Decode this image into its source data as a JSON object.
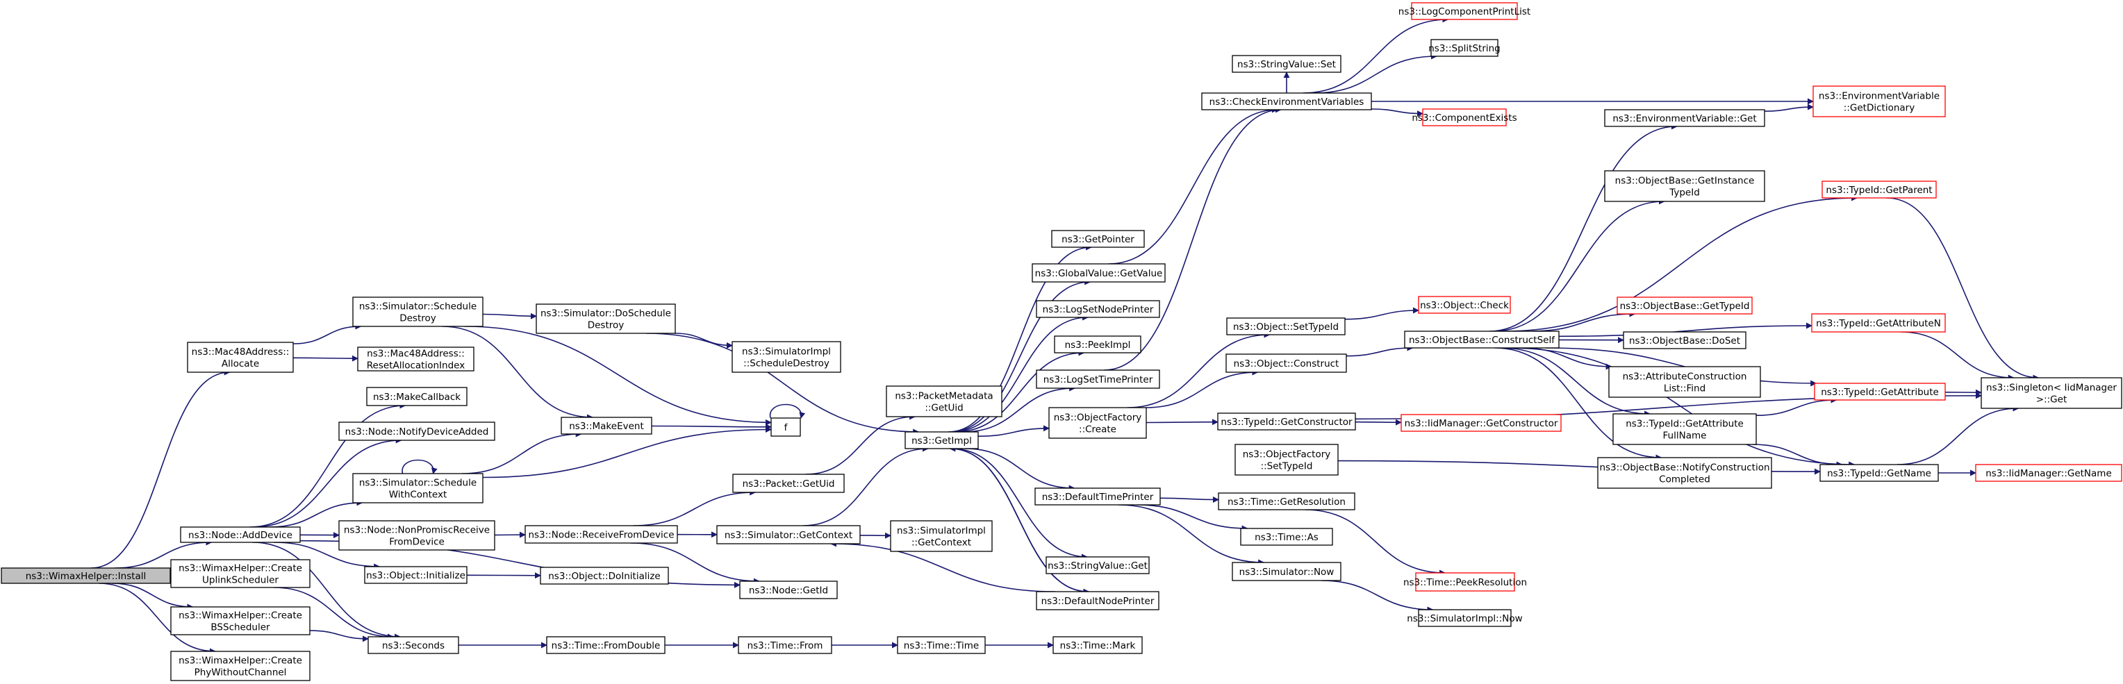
{
  "diagram": {
    "nodes": [
      {
        "id": "root",
        "lines": [
          "ns3::WimaxHelper::Install"
        ],
        "style": "root"
      },
      {
        "id": "mac_alloc",
        "lines": [
          "ns3::Mac48Address::",
          "Allocate"
        ]
      },
      {
        "id": "node_add",
        "lines": [
          "ns3::Node::AddDevice"
        ]
      },
      {
        "id": "cus",
        "lines": [
          "ns3::WimaxHelper::Create",
          "UplinkScheduler"
        ]
      },
      {
        "id": "cbs",
        "lines": [
          "ns3::WimaxHelper::Create",
          "BSScheduler"
        ]
      },
      {
        "id": "cpw",
        "lines": [
          "ns3::WimaxHelper::Create",
          "PhyWithoutChannel"
        ]
      },
      {
        "id": "sim_sd",
        "lines": [
          "ns3::Simulator::Schedule",
          "Destroy"
        ]
      },
      {
        "id": "mac_reset",
        "lines": [
          "ns3::Mac48Address::",
          "ResetAllocationIndex"
        ]
      },
      {
        "id": "makecb",
        "lines": [
          "ns3::MakeCallback"
        ]
      },
      {
        "id": "notify",
        "lines": [
          "ns3::Node::NotifyDeviceAdded"
        ]
      },
      {
        "id": "sim_swc",
        "lines": [
          "ns3::Simulator::Schedule",
          "WithContext"
        ]
      },
      {
        "id": "nonprom",
        "lines": [
          "ns3::Node::NonPromiscReceive",
          "FromDevice"
        ]
      },
      {
        "id": "obj_init",
        "lines": [
          "ns3::Object::Initialize"
        ]
      },
      {
        "id": "seconds",
        "lines": [
          "ns3::Seconds"
        ]
      },
      {
        "id": "sim_dsd",
        "lines": [
          "ns3::Simulator::DoSchedule",
          "Destroy"
        ]
      },
      {
        "id": "simimpl_sd",
        "lines": [
          "ns3::SimulatorImpl",
          "::ScheduleDestroy"
        ]
      },
      {
        "id": "makeevent",
        "lines": [
          "ns3::MakeEvent"
        ]
      },
      {
        "id": "f",
        "lines": [
          "f"
        ]
      },
      {
        "id": "recv",
        "lines": [
          "ns3::Node::ReceiveFromDevice"
        ]
      },
      {
        "id": "doinit",
        "lines": [
          "ns3::Object::DoInitialize"
        ]
      },
      {
        "id": "fromdouble",
        "lines": [
          "ns3::Time::FromDouble"
        ]
      },
      {
        "id": "pm_uid",
        "lines": [
          "ns3::PacketMetadata",
          "::GetUid"
        ]
      },
      {
        "id": "pkt_uid",
        "lines": [
          "ns3::Packet::GetUid"
        ]
      },
      {
        "id": "getctx",
        "lines": [
          "ns3::Simulator::GetContext"
        ]
      },
      {
        "id": "getid",
        "lines": [
          "ns3::Node::GetId"
        ]
      },
      {
        "id": "from",
        "lines": [
          "ns3::Time::From"
        ]
      },
      {
        "id": "getimpl",
        "lines": [
          "ns3::GetImpl"
        ]
      },
      {
        "id": "simimpl_ctx",
        "lines": [
          "ns3::SimulatorImpl",
          "::GetContext"
        ]
      },
      {
        "id": "time",
        "lines": [
          "ns3::Time::Time"
        ]
      },
      {
        "id": "getptr",
        "lines": [
          "ns3::GetPointer"
        ]
      },
      {
        "id": "gv_get",
        "lines": [
          "ns3::GlobalValue::GetValue"
        ]
      },
      {
        "id": "lognp",
        "lines": [
          "ns3::LogSetNodePrinter"
        ]
      },
      {
        "id": "peek",
        "lines": [
          "ns3::PeekImpl"
        ]
      },
      {
        "id": "logtp",
        "lines": [
          "ns3::LogSetTimePrinter"
        ]
      },
      {
        "id": "of_create",
        "lines": [
          "ns3::ObjectFactory",
          "::Create"
        ]
      },
      {
        "id": "deftp",
        "lines": [
          "ns3::DefaultTimePrinter"
        ]
      },
      {
        "id": "sv_get",
        "lines": [
          "ns3::StringValue::Get"
        ]
      },
      {
        "id": "defnp",
        "lines": [
          "ns3::DefaultNodePrinter"
        ]
      },
      {
        "id": "mark",
        "lines": [
          "ns3::Time::Mark"
        ]
      },
      {
        "id": "sv_set",
        "lines": [
          "ns3::StringValue::Set"
        ]
      },
      {
        "id": "checkenv",
        "lines": [
          "ns3::CheckEnvironmentVariables"
        ]
      },
      {
        "id": "obj_settid",
        "lines": [
          "ns3::Object::SetTypeId"
        ]
      },
      {
        "id": "obj_construct",
        "lines": [
          "ns3::Object::Construct"
        ]
      },
      {
        "id": "tid_getctor",
        "lines": [
          "ns3::TypeId::GetConstructor"
        ]
      },
      {
        "id": "of_settid",
        "lines": [
          "ns3::ObjectFactory",
          "::SetTypeId"
        ]
      },
      {
        "id": "time_getres",
        "lines": [
          "ns3::Time::GetResolution"
        ]
      },
      {
        "id": "time_as",
        "lines": [
          "ns3::Time::As"
        ]
      },
      {
        "id": "sim_now",
        "lines": [
          "ns3::Simulator::Now"
        ]
      },
      {
        "id": "logcpl",
        "lines": [
          "ns3::LogComponentPrintList"
        ],
        "style": "red"
      },
      {
        "id": "split",
        "lines": [
          "ns3::SplitString"
        ]
      },
      {
        "id": "compexists",
        "lines": [
          "ns3::ComponentExists"
        ],
        "style": "red"
      },
      {
        "id": "obj_check",
        "lines": [
          "ns3::Object::Check"
        ],
        "style": "red"
      },
      {
        "id": "ob_cs",
        "lines": [
          "ns3::ObjectBase::ConstructSelf"
        ]
      },
      {
        "id": "iid_getctor",
        "lines": [
          "ns3::IidManager::GetConstructor"
        ],
        "style": "red"
      },
      {
        "id": "peekres",
        "lines": [
          "ns3::Time::PeekResolution"
        ],
        "style": "red"
      },
      {
        "id": "simimpl_now",
        "lines": [
          "ns3::SimulatorImpl::Now"
        ]
      },
      {
        "id": "env_get",
        "lines": [
          "ns3::EnvironmentVariable::Get"
        ]
      },
      {
        "id": "ob_git",
        "lines": [
          "ns3::ObjectBase::GetInstance",
          "TypeId"
        ]
      },
      {
        "id": "ob_gtid",
        "lines": [
          "ns3::ObjectBase::GetTypeId"
        ],
        "style": "red"
      },
      {
        "id": "ob_doset",
        "lines": [
          "ns3::ObjectBase::DoSet"
        ]
      },
      {
        "id": "acl_find",
        "lines": [
          "ns3::AttributeConstruction",
          "List::Find"
        ]
      },
      {
        "id": "tid_gafn",
        "lines": [
          "ns3::TypeId::GetAttribute",
          "FullName"
        ]
      },
      {
        "id": "ob_nc",
        "lines": [
          "ns3::ObjectBase::NotifyConstruction",
          "Completed"
        ]
      },
      {
        "id": "env_dict",
        "lines": [
          "ns3::EnvironmentVariable",
          "::GetDictionary"
        ],
        "style": "red"
      },
      {
        "id": "tid_parent",
        "lines": [
          "ns3::TypeId::GetParent"
        ],
        "style": "red"
      },
      {
        "id": "tid_attrn",
        "lines": [
          "ns3::TypeId::GetAttributeN"
        ],
        "style": "red"
      },
      {
        "id": "tid_attr",
        "lines": [
          "ns3::TypeId::GetAttribute"
        ],
        "style": "red"
      },
      {
        "id": "tid_name",
        "lines": [
          "ns3::TypeId::GetName"
        ]
      },
      {
        "id": "singleton",
        "lines": [
          "ns3::Singleton< IidManager",
          ">::Get"
        ]
      },
      {
        "id": "iid_name",
        "lines": [
          "ns3::IidManager::GetName"
        ],
        "style": "red"
      }
    ]
  }
}
